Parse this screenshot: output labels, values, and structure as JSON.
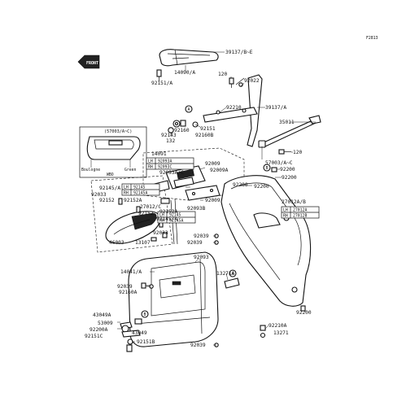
{
  "diagram_id": "F2813",
  "front_label": "FRONT",
  "parts": {
    "p39137B": "39137/B~E",
    "p14090A": "14090/A",
    "p120a": "120",
    "p92151A": "92151/A",
    "p92022": "92022",
    "p92210": "92210",
    "p39137A": "39137/A",
    "p92151": "92151",
    "p92160": "92160",
    "p92143": "92143",
    "p132": "132",
    "p92160B": "92160B",
    "p35011": "35011",
    "p120b": "120",
    "p57003AC": "57003/A~C",
    "p57003AC_inset": "(57003/A~C)",
    "p14091": "14091",
    "p92009": "92009",
    "p92009A": "92009A",
    "p92093AC": "92093A/C",
    "p92200a": "92200",
    "p92200b": "92200",
    "p92200c": "92200",
    "p92200d": "92200",
    "p92200e": "92200",
    "p27012A": "27012A/B",
    "p92009b": "92009",
    "p92093B": "92093B",
    "p92145A": "92145/A",
    "p92033a": "92033",
    "p92152a": "92152",
    "p92152A": "92152A",
    "p27012C": "27012/C",
    "p92152b": "92152",
    "p92152A2": "92152A",
    "p92145A2": "92145/A",
    "p92033b": "92033",
    "p46003": "46003",
    "p13107": "13107",
    "p92039a": "92039",
    "p92039b": "92039",
    "p92039c": "92039",
    "p92039d": "92039",
    "p92093": "92093",
    "p14041A": "14041/A",
    "p13271A": "13271A",
    "p92160A": "92160A",
    "p43049A": "43049A",
    "p53009": "53009",
    "p92200A": "92200A",
    "p92151C": "92151C",
    "p43049": "43049",
    "p92151B": "92151B",
    "p92210A": "92210A",
    "p13271": "13271"
  },
  "tables": {
    "t1": {
      "LH": "92093A",
      "RH": "92093C"
    },
    "t2": {
      "LH": "92145",
      "RH": "92145A"
    },
    "t3": {
      "LH": "92145",
      "RH": "92145A"
    },
    "t4": {
      "LH": "27012A",
      "RH": "27012B"
    }
  },
  "table_side_labels": {
    "lh": "LH",
    "rh": "RH"
  },
  "callouts": {
    "A": "A",
    "B": "B"
  },
  "inset": {
    "color_left": "Boulogne",
    "color_right": "Green",
    "code": "WBO"
  }
}
